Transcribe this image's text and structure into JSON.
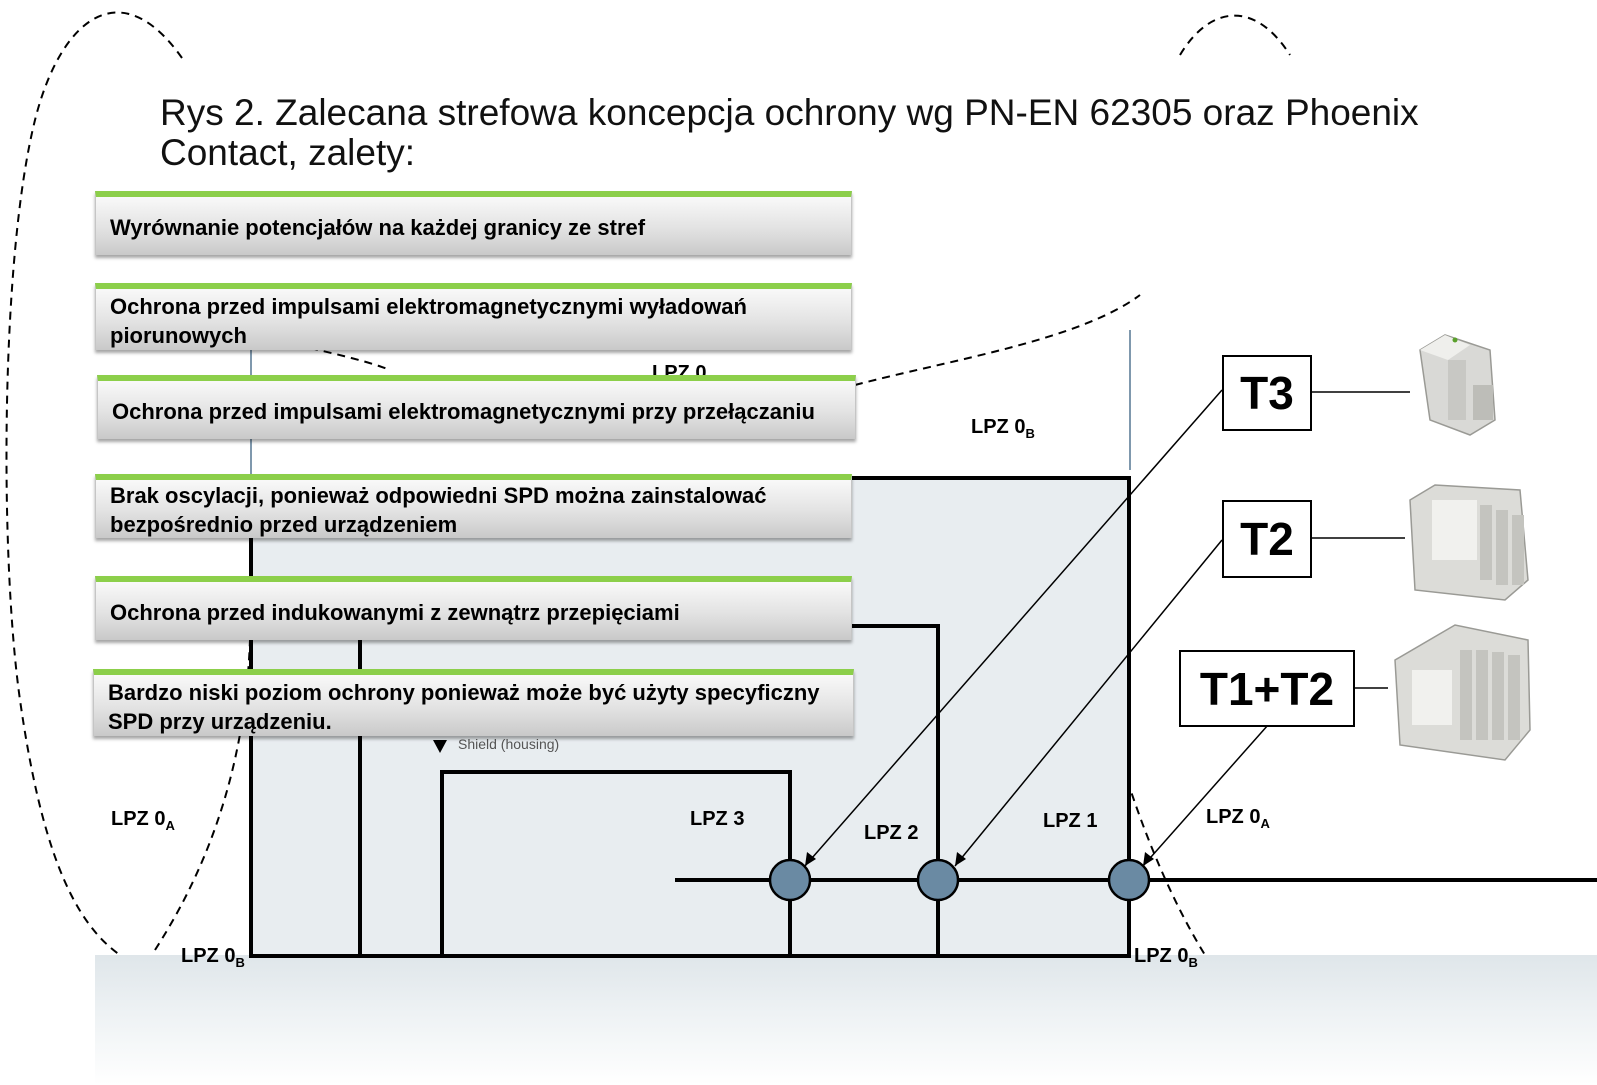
{
  "title": "Rys 2. Zalecana strefowa koncepcja ochrony wg PN-EN 62305 oraz Phoenix Contact, zalety:",
  "advantages": [
    "Wyrównanie potencjałów na każdej granicy ze stref",
    "Ochrona przed impulsami elektromagnetycznymi wyładowań piorunowych",
    "Ochrona przed impulsami elektromagnetycznymi przy przełączaniu",
    "Brak oscylacji, ponieważ odpowiedni SPD można zainstalować bezpośrednio przed  urządzeniem",
    "Ochrona przed indukowanymi z zewnątrz przepięciami",
    "Bardzo niski poziom ochrony ponieważ może być użyty specyficzny SPD przy urządzeniu."
  ],
  "spd_types": {
    "t3": "T3",
    "t2": "T2",
    "t1t2": "T1+T2"
  },
  "zones": {
    "lpz0b_top": {
      "main": "LPZ 0",
      "sub": "B"
    },
    "lpz0a_left": {
      "main": "LPZ 0",
      "sub": "A"
    },
    "lpz0a_right": {
      "main": "LPZ 0",
      "sub": "A"
    },
    "lpz0b_left": {
      "main": "LPZ 0",
      "sub": "B"
    },
    "lpz0b_right": {
      "main": "LPZ 0",
      "sub": "B"
    },
    "lpz1": "LPZ 1",
    "lpz2": "LPZ 2",
    "lpz3": "LPZ 3",
    "hidden_lpz0": "LPZ 0"
  },
  "shield_label": "Shield (housing)",
  "colors": {
    "zone_fill": "#e8edf0",
    "node_fill": "#6a8aa3",
    "box_border": "#8ccf4a"
  }
}
